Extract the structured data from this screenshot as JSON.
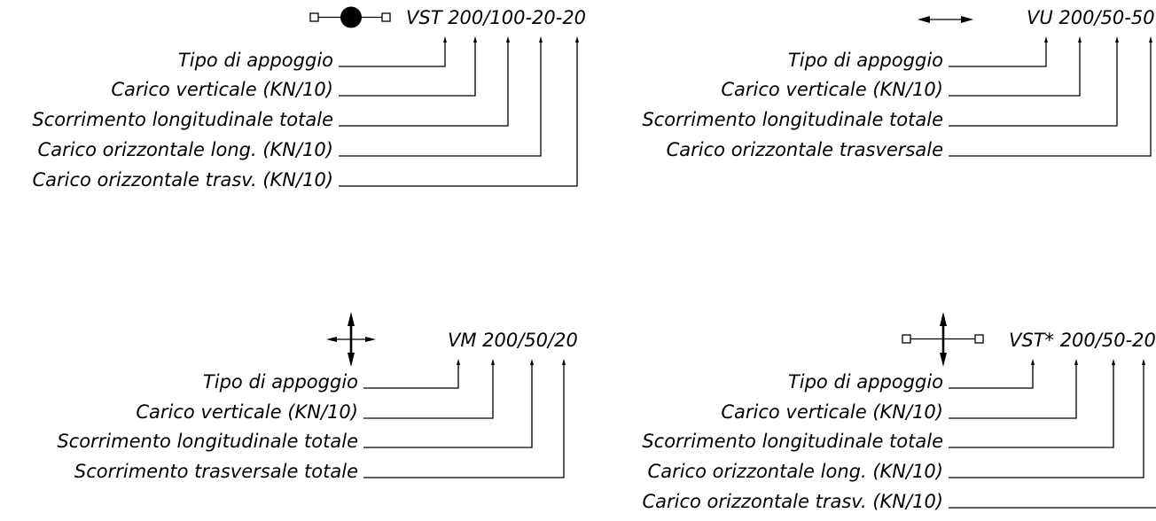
{
  "colors": {
    "ink": "#000000",
    "background": "#ffffff"
  },
  "legends": [
    {
      "symbol": "bearing-multidirectional-guided-icon",
      "code": "VST 200/100-20-20",
      "labels": [
        "Tipo di appoggio",
        "Carico verticale (KN/10)",
        "Scorrimento longitudinale totale",
        "Carico orizzontale long. (KN/10)",
        "Carico orizzontale trasv. (KN/10)"
      ]
    },
    {
      "symbol": "bearing-unidirectional-icon",
      "code": "VU 200/50-50",
      "labels": [
        "Tipo di appoggio",
        "Carico verticale (KN/10)",
        "Scorrimento longitudinale totale",
        "Carico orizzontale trasversale"
      ]
    },
    {
      "symbol": "bearing-multidirectional-icon",
      "code": "VM 200/50/20",
      "labels": [
        "Tipo di appoggio",
        "Carico verticale (KN/10)",
        "Scorrimento longitudinale totale",
        "Scorrimento trasversale totale"
      ]
    },
    {
      "symbol": "bearing-guided-special-icon",
      "code": "VST* 200/50-20",
      "labels": [
        "Tipo di appoggio",
        "Carico verticale (KN/10)",
        "Scorrimento longitudinale totale",
        "Carico orizzontale long. (KN/10)",
        "Carico orizzontale trasv. (KN/10)"
      ]
    }
  ]
}
